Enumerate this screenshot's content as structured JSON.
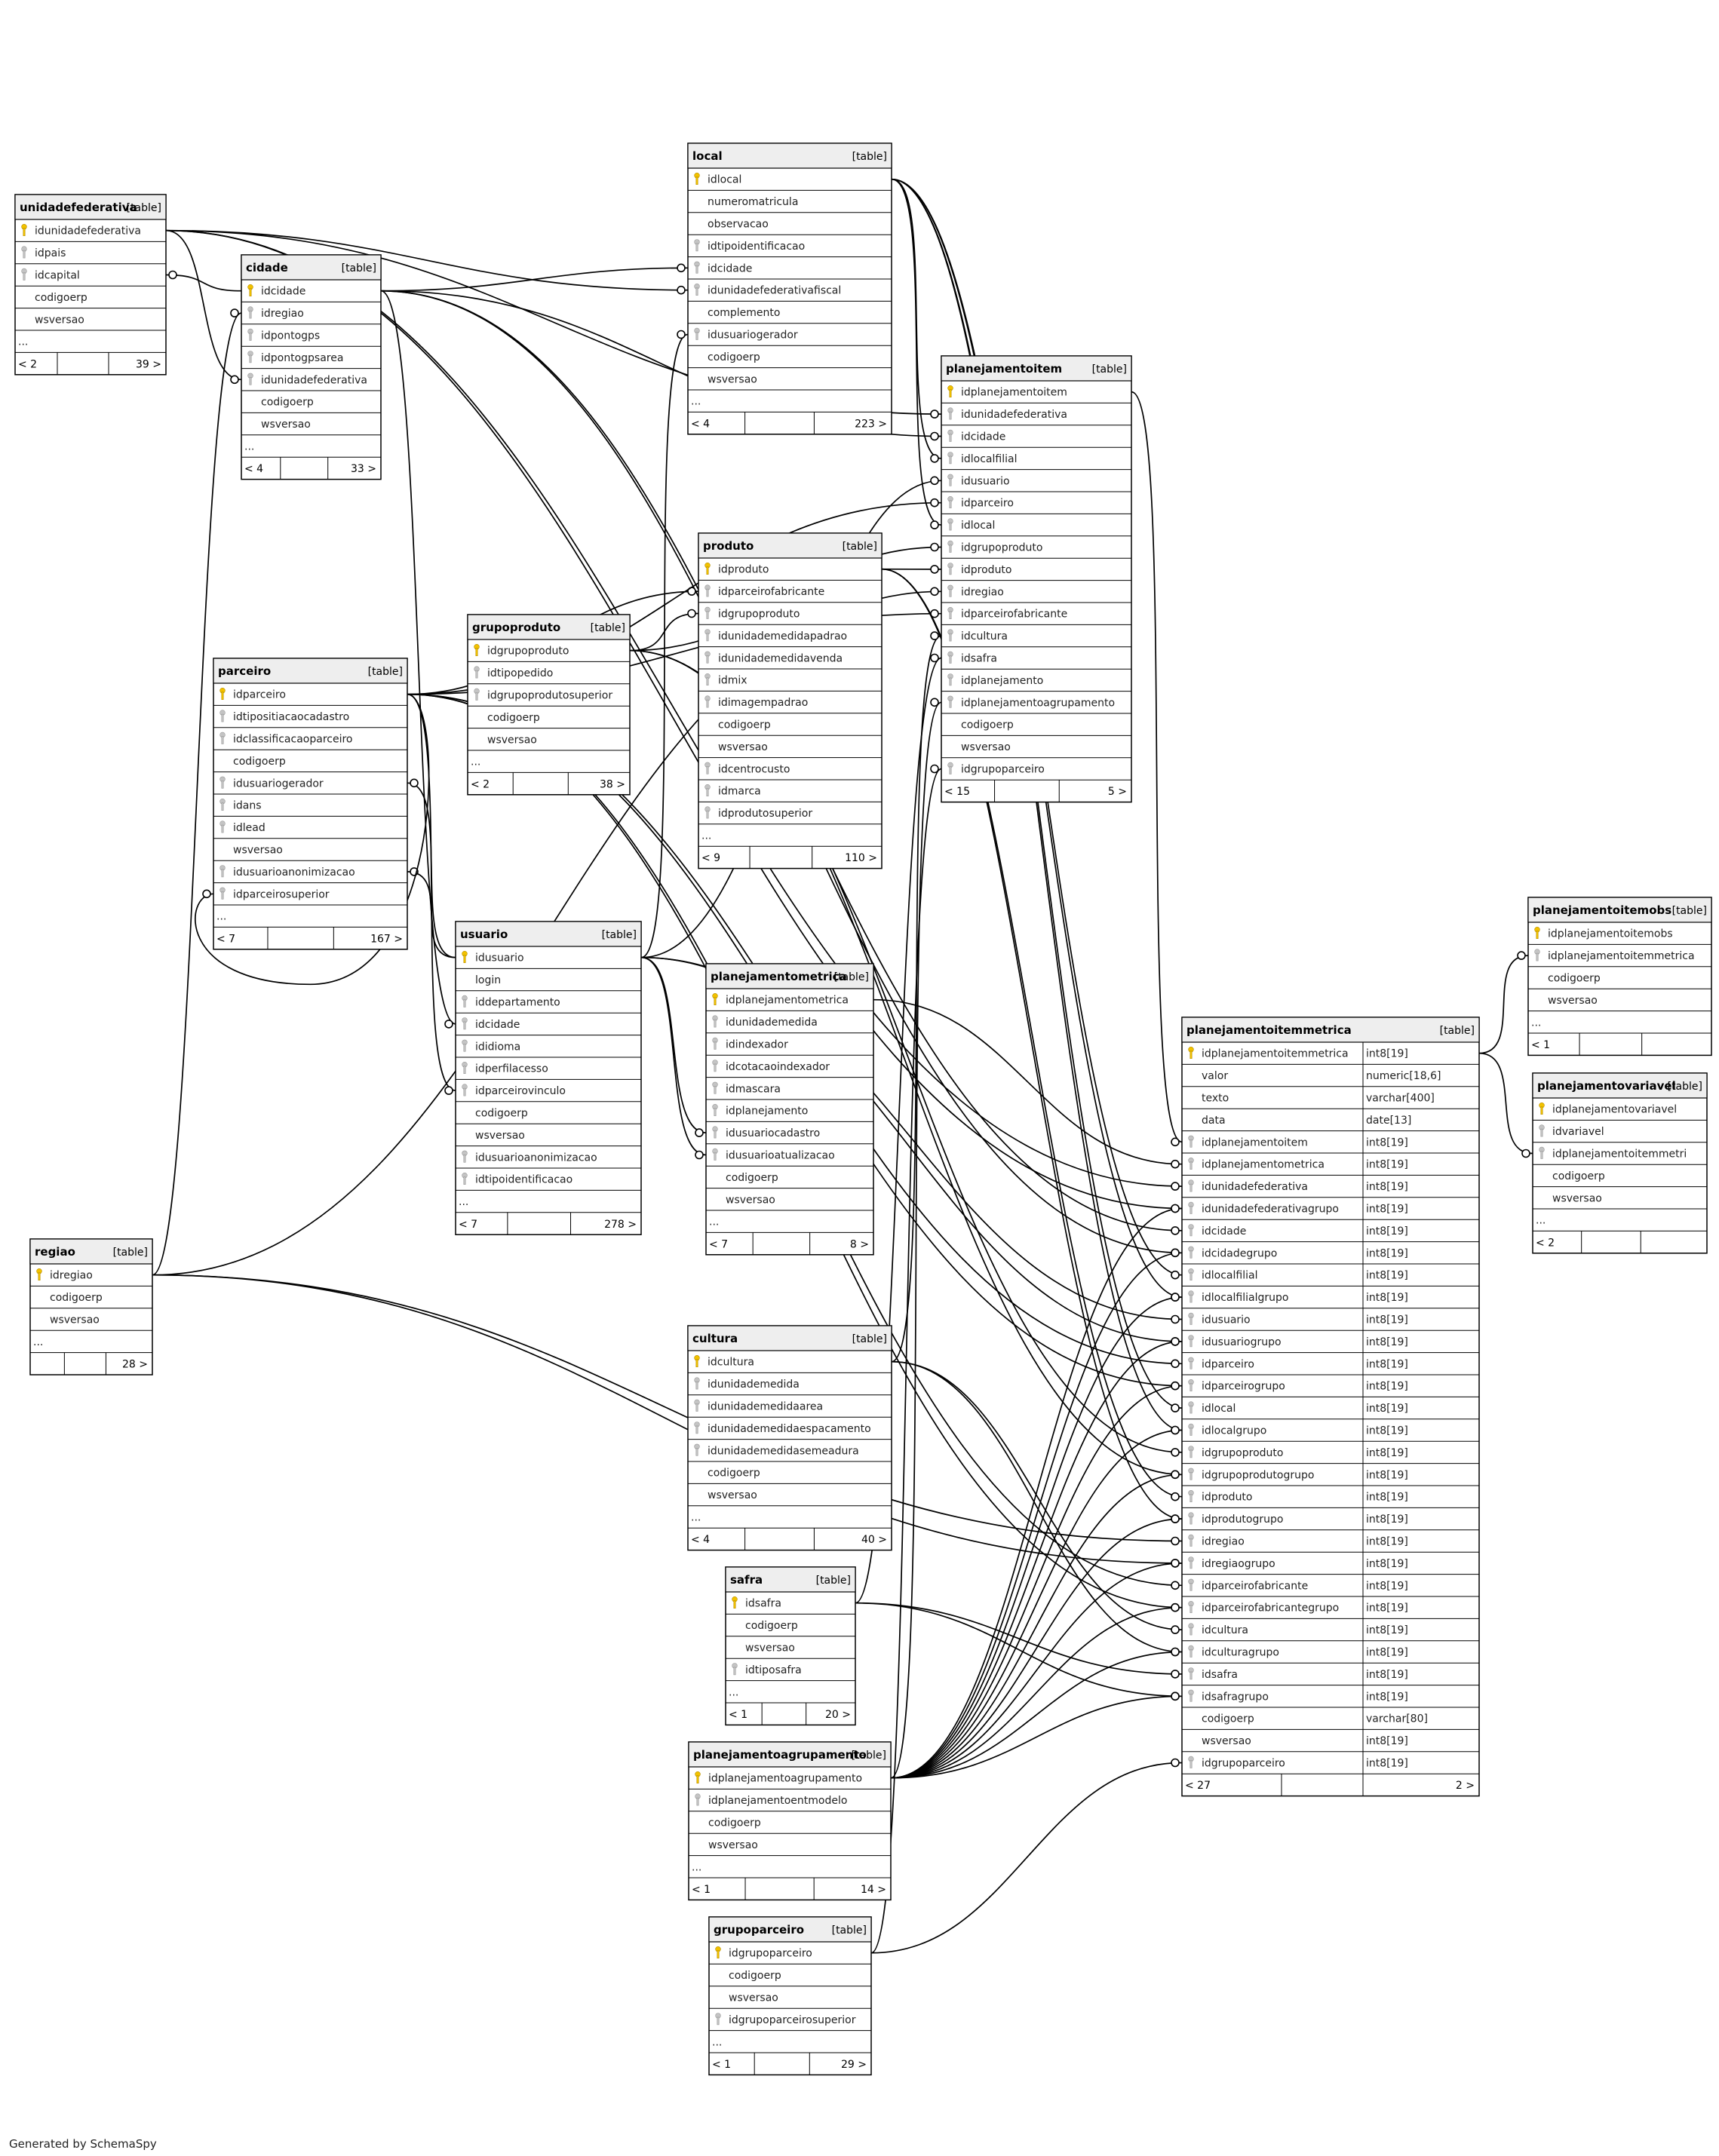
{
  "footer": "Generated by SchemaSpy",
  "tables": [
    {
      "name": "unidadefederativa",
      "kind": "[table]",
      "columns": [
        {
          "name": "idunidadefederativa",
          "key": "pk"
        },
        {
          "name": "idpais",
          "key": "fk"
        },
        {
          "name": "idcapital",
          "key": "fk"
        },
        {
          "name": "codigoerp",
          "key": ""
        },
        {
          "name": "wsversao",
          "key": ""
        },
        {
          "name": "...",
          "key": ""
        }
      ],
      "footer": {
        "left": "< 2",
        "right": "39 >"
      }
    },
    {
      "name": "cidade",
      "kind": "[table]",
      "columns": [
        {
          "name": "idcidade",
          "key": "pk"
        },
        {
          "name": "idregiao",
          "key": "fk"
        },
        {
          "name": "idpontogps",
          "key": "fk"
        },
        {
          "name": "idpontogpsarea",
          "key": "fk"
        },
        {
          "name": "idunidadefederativa",
          "key": "fk"
        },
        {
          "name": "codigoerp",
          "key": ""
        },
        {
          "name": "wsversao",
          "key": ""
        },
        {
          "name": "...",
          "key": ""
        }
      ],
      "footer": {
        "left": "< 4",
        "right": "33 >"
      }
    },
    {
      "name": "local",
      "kind": "[table]",
      "columns": [
        {
          "name": "idlocal",
          "key": "pk"
        },
        {
          "name": "numeromatricula",
          "key": ""
        },
        {
          "name": "observacao",
          "key": ""
        },
        {
          "name": "idtipoidentificacao",
          "key": "fk"
        },
        {
          "name": "idcidade",
          "key": "fk"
        },
        {
          "name": "idunidadefederativafiscal",
          "key": "fk"
        },
        {
          "name": "complemento",
          "key": ""
        },
        {
          "name": "idusuariogerador",
          "key": "fk"
        },
        {
          "name": "codigoerp",
          "key": ""
        },
        {
          "name": "wsversao",
          "key": ""
        },
        {
          "name": "...",
          "key": ""
        }
      ],
      "footer": {
        "left": "< 4",
        "right": "223 >"
      }
    },
    {
      "name": "planejamentoitem",
      "kind": "[table]",
      "columns": [
        {
          "name": "idplanejamentoitem",
          "key": "pk"
        },
        {
          "name": "idunidadefederativa",
          "key": "fk"
        },
        {
          "name": "idcidade",
          "key": "fk"
        },
        {
          "name": "idlocalfilial",
          "key": "fk"
        },
        {
          "name": "idusuario",
          "key": "fk"
        },
        {
          "name": "idparceiro",
          "key": "fk"
        },
        {
          "name": "idlocal",
          "key": "fk"
        },
        {
          "name": "idgrupoproduto",
          "key": "fk"
        },
        {
          "name": "idproduto",
          "key": "fk"
        },
        {
          "name": "idregiao",
          "key": "fk"
        },
        {
          "name": "idparceirofabricante",
          "key": "fk"
        },
        {
          "name": "idcultura",
          "key": "fk"
        },
        {
          "name": "idsafra",
          "key": "fk"
        },
        {
          "name": "idplanejamento",
          "key": "fk"
        },
        {
          "name": "idplanejamentoagrupamento",
          "key": "fk"
        },
        {
          "name": "codigoerp",
          "key": ""
        },
        {
          "name": "wsversao",
          "key": ""
        },
        {
          "name": "idgrupoparceiro",
          "key": "fk"
        }
      ],
      "footer": {
        "left": "< 15",
        "right": "5 >"
      }
    },
    {
      "name": "produto",
      "kind": "[table]",
      "columns": [
        {
          "name": "idproduto",
          "key": "pk"
        },
        {
          "name": "idparceirofabricante",
          "key": "fk"
        },
        {
          "name": "idgrupoproduto",
          "key": "fk"
        },
        {
          "name": "idunidademedidapadrao",
          "key": "fk"
        },
        {
          "name": "idunidademedidavenda",
          "key": "fk"
        },
        {
          "name": "idmix",
          "key": "fk"
        },
        {
          "name": "idimagempadrao",
          "key": "fk"
        },
        {
          "name": "codigoerp",
          "key": ""
        },
        {
          "name": "wsversao",
          "key": ""
        },
        {
          "name": "idcentrocusto",
          "key": "fk"
        },
        {
          "name": "idmarca",
          "key": "fk"
        },
        {
          "name": "idprodutosuperior",
          "key": "fk"
        },
        {
          "name": "...",
          "key": ""
        }
      ],
      "footer": {
        "left": "< 9",
        "right": "110 >"
      }
    },
    {
      "name": "grupoproduto",
      "kind": "[table]",
      "columns": [
        {
          "name": "idgrupoproduto",
          "key": "pk"
        },
        {
          "name": "idtipopedido",
          "key": "fk"
        },
        {
          "name": "idgrupoprodutosuperior",
          "key": "fk"
        },
        {
          "name": "codigoerp",
          "key": ""
        },
        {
          "name": "wsversao",
          "key": ""
        },
        {
          "name": "...",
          "key": ""
        }
      ],
      "footer": {
        "left": "< 2",
        "right": "38 >"
      }
    },
    {
      "name": "parceiro",
      "kind": "[table]",
      "columns": [
        {
          "name": "idparceiro",
          "key": "pk"
        },
        {
          "name": "idtipositiacaocadastro",
          "key": "fk"
        },
        {
          "name": "idclassificacaoparceiro",
          "key": "fk"
        },
        {
          "name": "codigoerp",
          "key": ""
        },
        {
          "name": "idusuariogerador",
          "key": "fk"
        },
        {
          "name": "idans",
          "key": "fk"
        },
        {
          "name": "idlead",
          "key": "fk"
        },
        {
          "name": "wsversao",
          "key": ""
        },
        {
          "name": "idusuarioanonimizacao",
          "key": "fk"
        },
        {
          "name": "idparceirosuperior",
          "key": "fk"
        },
        {
          "name": "...",
          "key": ""
        }
      ],
      "footer": {
        "left": "< 7",
        "right": "167 >"
      }
    },
    {
      "name": "usuario",
      "kind": "[table]",
      "columns": [
        {
          "name": "idusuario",
          "key": "pk"
        },
        {
          "name": "login",
          "key": ""
        },
        {
          "name": "iddepartamento",
          "key": "fk"
        },
        {
          "name": "idcidade",
          "key": "fk"
        },
        {
          "name": "ididioma",
          "key": "fk"
        },
        {
          "name": "idperfilacesso",
          "key": "fk"
        },
        {
          "name": "idparceirovinculo",
          "key": "fk"
        },
        {
          "name": "codigoerp",
          "key": ""
        },
        {
          "name": "wsversao",
          "key": ""
        },
        {
          "name": "idusuarioanonimizacao",
          "key": "fk"
        },
        {
          "name": "idtipoidentificacao",
          "key": "fk"
        },
        {
          "name": "...",
          "key": ""
        }
      ],
      "footer": {
        "left": "< 7",
        "right": "278 >"
      }
    },
    {
      "name": "planejamentometrica",
      "kind": "[table]",
      "columns": [
        {
          "name": "idplanejamentometrica",
          "key": "pk"
        },
        {
          "name": "idunidademedida",
          "key": "fk"
        },
        {
          "name": "idindexador",
          "key": "fk"
        },
        {
          "name": "idcotacaoindexador",
          "key": "fk"
        },
        {
          "name": "idmascara",
          "key": "fk"
        },
        {
          "name": "idplanejamento",
          "key": "fk"
        },
        {
          "name": "idusuariocadastro",
          "key": "fk"
        },
        {
          "name": "idusuarioatualizacao",
          "key": "fk"
        },
        {
          "name": "codigoerp",
          "key": ""
        },
        {
          "name": "wsversao",
          "key": ""
        },
        {
          "name": "...",
          "key": ""
        }
      ],
      "footer": {
        "left": "< 7",
        "right": "8 >"
      }
    },
    {
      "name": "regiao",
      "kind": "[table]",
      "columns": [
        {
          "name": "idregiao",
          "key": "pk"
        },
        {
          "name": "codigoerp",
          "key": ""
        },
        {
          "name": "wsversao",
          "key": ""
        },
        {
          "name": "...",
          "key": ""
        }
      ],
      "footer": {
        "left": "",
        "right": "28 >"
      }
    },
    {
      "name": "cultura",
      "kind": "[table]",
      "columns": [
        {
          "name": "idcultura",
          "key": "pk"
        },
        {
          "name": "idunidademedida",
          "key": "fk"
        },
        {
          "name": "idunidademedidaarea",
          "key": "fk"
        },
        {
          "name": "idunidademedidaespacamento",
          "key": "fk"
        },
        {
          "name": "idunidademedidasemeadura",
          "key": "fk"
        },
        {
          "name": "codigoerp",
          "key": ""
        },
        {
          "name": "wsversao",
          "key": ""
        },
        {
          "name": "...",
          "key": ""
        }
      ],
      "footer": {
        "left": "< 4",
        "right": "40 >"
      }
    },
    {
      "name": "safra",
      "kind": "[table]",
      "columns": [
        {
          "name": "idsafra",
          "key": "pk"
        },
        {
          "name": "codigoerp",
          "key": ""
        },
        {
          "name": "wsversao",
          "key": ""
        },
        {
          "name": "idtiposafra",
          "key": "fk"
        },
        {
          "name": "...",
          "key": ""
        }
      ],
      "footer": {
        "left": "< 1",
        "right": "20 >"
      }
    },
    {
      "name": "planejamentoagrupamento",
      "kind": "[table]",
      "columns": [
        {
          "name": "idplanejamentoagrupamento",
          "key": "pk"
        },
        {
          "name": "idplanejamentoentmodelo",
          "key": "fk"
        },
        {
          "name": "codigoerp",
          "key": ""
        },
        {
          "name": "wsversao",
          "key": ""
        },
        {
          "name": "...",
          "key": ""
        }
      ],
      "footer": {
        "left": "< 1",
        "right": "14 >"
      }
    },
    {
      "name": "grupoparceiro",
      "kind": "[table]",
      "columns": [
        {
          "name": "idgrupoparceiro",
          "key": "pk"
        },
        {
          "name": "codigoerp",
          "key": ""
        },
        {
          "name": "wsversao",
          "key": ""
        },
        {
          "name": "idgrupoparceirosuperior",
          "key": "fk"
        },
        {
          "name": "...",
          "key": ""
        }
      ],
      "footer": {
        "left": "< 1",
        "right": "29 >"
      }
    },
    {
      "name": "planejamentoitemmetrica",
      "kind": "[table]",
      "columns": [
        {
          "name": "idplanejamentoitemmetrica",
          "key": "pk",
          "type": "int8[19]"
        },
        {
          "name": "valor",
          "key": "",
          "type": "numeric[18,6]"
        },
        {
          "name": "texto",
          "key": "",
          "type": "varchar[400]"
        },
        {
          "name": "data",
          "key": "",
          "type": "date[13]"
        },
        {
          "name": "idplanejamentoitem",
          "key": "fk",
          "type": "int8[19]"
        },
        {
          "name": "idplanejamentometrica",
          "key": "fk",
          "type": "int8[19]"
        },
        {
          "name": "idunidadefederativa",
          "key": "fk",
          "type": "int8[19]"
        },
        {
          "name": "idunidadefederativagrupo",
          "key": "fk",
          "type": "int8[19]"
        },
        {
          "name": "idcidade",
          "key": "fk",
          "type": "int8[19]"
        },
        {
          "name": "idcidadegrupo",
          "key": "fk",
          "type": "int8[19]"
        },
        {
          "name": "idlocalfilial",
          "key": "fk",
          "type": "int8[19]"
        },
        {
          "name": "idlocalfilialgrupo",
          "key": "fk",
          "type": "int8[19]"
        },
        {
          "name": "idusuario",
          "key": "fk",
          "type": "int8[19]"
        },
        {
          "name": "idusuariogrupo",
          "key": "fk",
          "type": "int8[19]"
        },
        {
          "name": "idparceiro",
          "key": "fk",
          "type": "int8[19]"
        },
        {
          "name": "idparceirogrupo",
          "key": "fk",
          "type": "int8[19]"
        },
        {
          "name": "idlocal",
          "key": "fk",
          "type": "int8[19]"
        },
        {
          "name": "idlocalgrupo",
          "key": "fk",
          "type": "int8[19]"
        },
        {
          "name": "idgrupoproduto",
          "key": "fk",
          "type": "int8[19]"
        },
        {
          "name": "idgrupoprodutogrupo",
          "key": "fk",
          "type": "int8[19]"
        },
        {
          "name": "idproduto",
          "key": "fk",
          "type": "int8[19]"
        },
        {
          "name": "idprodutogrupo",
          "key": "fk",
          "type": "int8[19]"
        },
        {
          "name": "idregiao",
          "key": "fk",
          "type": "int8[19]"
        },
        {
          "name": "idregiaogrupo",
          "key": "fk",
          "type": "int8[19]"
        },
        {
          "name": "idparceirofabricante",
          "key": "fk",
          "type": "int8[19]"
        },
        {
          "name": "idparceirofabricantegrupo",
          "key": "fk",
          "type": "int8[19]"
        },
        {
          "name": "idcultura",
          "key": "fk",
          "type": "int8[19]"
        },
        {
          "name": "idculturagrupo",
          "key": "fk",
          "type": "int8[19]"
        },
        {
          "name": "idsafra",
          "key": "fk",
          "type": "int8[19]"
        },
        {
          "name": "idsafragrupo",
          "key": "fk",
          "type": "int8[19]"
        },
        {
          "name": "codigoerp",
          "key": "",
          "type": "varchar[80]"
        },
        {
          "name": "wsversao",
          "key": "",
          "type": "int8[19]"
        },
        {
          "name": "idgrupoparceiro",
          "key": "fk",
          "type": "int8[19]"
        }
      ],
      "footer": {
        "left": "< 27",
        "right": "2 >"
      }
    },
    {
      "name": "planejamentoitemobs",
      "kind": "[table]",
      "columns": [
        {
          "name": "idplanejamentoitemobs",
          "key": "pk"
        },
        {
          "name": "idplanejamentoitemmetrica",
          "key": "fk"
        },
        {
          "name": "codigoerp",
          "key": ""
        },
        {
          "name": "wsversao",
          "key": ""
        },
        {
          "name": "...",
          "key": ""
        }
      ],
      "footer": {
        "left": "< 1",
        "right": ""
      }
    },
    {
      "name": "planejamentovariavel",
      "kind": "[table]",
      "columns": [
        {
          "name": "idplanejamentovariavel",
          "key": "pk"
        },
        {
          "name": "idvariavel",
          "key": "fk"
        },
        {
          "name": "idplanejamentoitemmetri",
          "key": "fk"
        },
        {
          "name": "codigoerp",
          "key": ""
        },
        {
          "name": "wsversao",
          "key": ""
        },
        {
          "name": "...",
          "key": ""
        }
      ],
      "footer": {
        "left": "< 2",
        "right": ""
      }
    }
  ]
}
